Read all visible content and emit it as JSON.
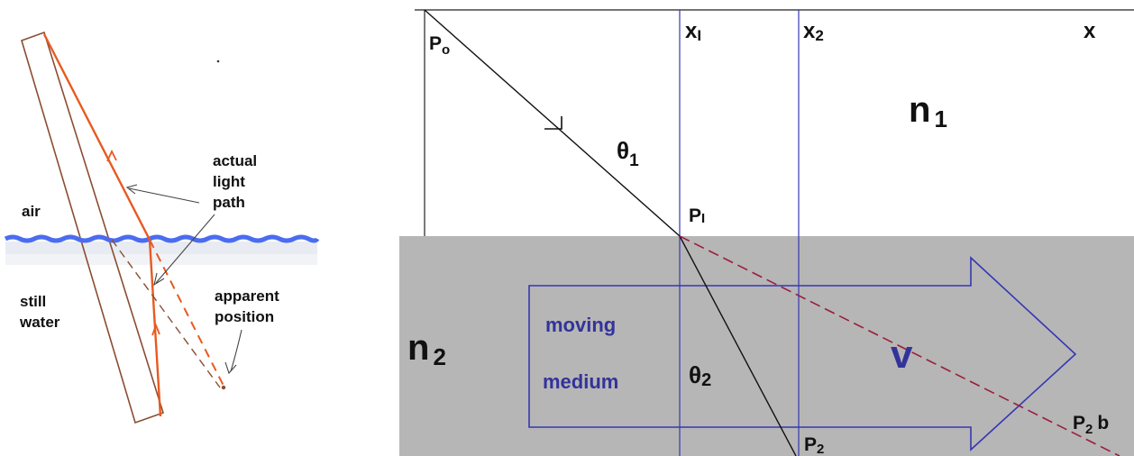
{
  "left_panel": {
    "labels": {
      "actual_1": "actual",
      "actual_2": "light",
      "actual_3": "path",
      "air": "air",
      "still": "still",
      "water": "water",
      "apparent_1": "apparent",
      "apparent_2": "position"
    },
    "colors": {
      "light_ray": "#e85a20",
      "stick": "#8b4d32",
      "water_surface": "#4a6cf0",
      "dashed": "#8b4d32"
    }
  },
  "right_panel": {
    "labels": {
      "p0_main": "P",
      "p0_sub": "o",
      "x1_main": "x",
      "x1_sub": "I",
      "x2_main": "x",
      "x2_sub": "2",
      "x": "x",
      "n1_main": "n",
      "n1_sub": "1",
      "theta1_main": "θ",
      "theta1_sub": "1",
      "p1_main": "P",
      "p1_sub": "I",
      "n2_main": "n",
      "n2_sub": "2",
      "moving": "moving",
      "medium": "medium",
      "theta2_main": "θ",
      "theta2_sub": "2",
      "v": "v",
      "p2_main": "P",
      "p2_sub": "2",
      "p2b_main": "P",
      "p2b_sub": "2",
      "p2b_b": "b"
    },
    "colors": {
      "medium": "#b6b6b6",
      "arrow": "#3636b4",
      "dashed_ray": "#9a1e3c",
      "guides": "#3636b4",
      "ray": "#111111"
    }
  }
}
